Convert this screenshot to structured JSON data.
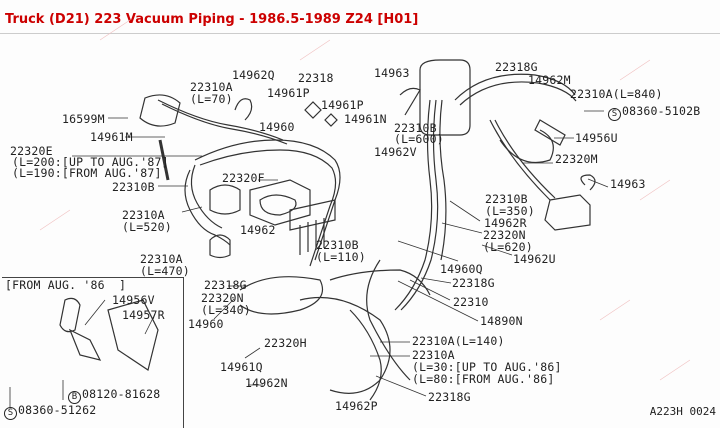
{
  "header": {
    "title": "Truck (D21) 223 Vacuum Piping - 1986.5-1989 Z24 [H01]"
  },
  "diagram": {
    "code": "A223H 0024",
    "labels": [
      "14962Q",
      "22310A",
      "(L=70)",
      "22318",
      "14961P",
      "14961P",
      "14963",
      "22318G",
      "14962M",
      "22310A(L=840)",
      "08360-5102B",
      "16599M",
      "14961M",
      "14960",
      "14961N",
      "22310B",
      "(L=600)",
      "14962V",
      "14956U",
      "22320E",
      "(L=200:[UP TO AUG.'87]",
      "(L=190:[FROM AUG.'87]",
      "22310B",
      "22320F",
      "22320M",
      "14963",
      "22310B",
      "(L=350)",
      "14962R",
      "22320N",
      "(L=620)",
      "14962U",
      "22310A",
      "(L=520)",
      "14962",
      "22310B",
      "(L=110)",
      "14960Q",
      "22310A",
      "(L=470)",
      "22318G",
      "22318G",
      "22320N",
      "(L=340)",
      "22310",
      "14960",
      "14890N",
      "22320H",
      "22310A(L=140)",
      "22310A",
      "(L=30:[UP TO AUG.'86]",
      "(L=80:[FROM AUG.'86]",
      "14961Q",
      "14962N",
      "22318G",
      "14962P"
    ],
    "inset": {
      "heading": "[FROM AUG. '86  ]",
      "labels": [
        "14956V",
        "14957R",
        "08120-81628",
        "08360-51262"
      ],
      "symbols": {
        "bolt": "B",
        "screw": "S"
      }
    },
    "symbol_s": "S"
  }
}
